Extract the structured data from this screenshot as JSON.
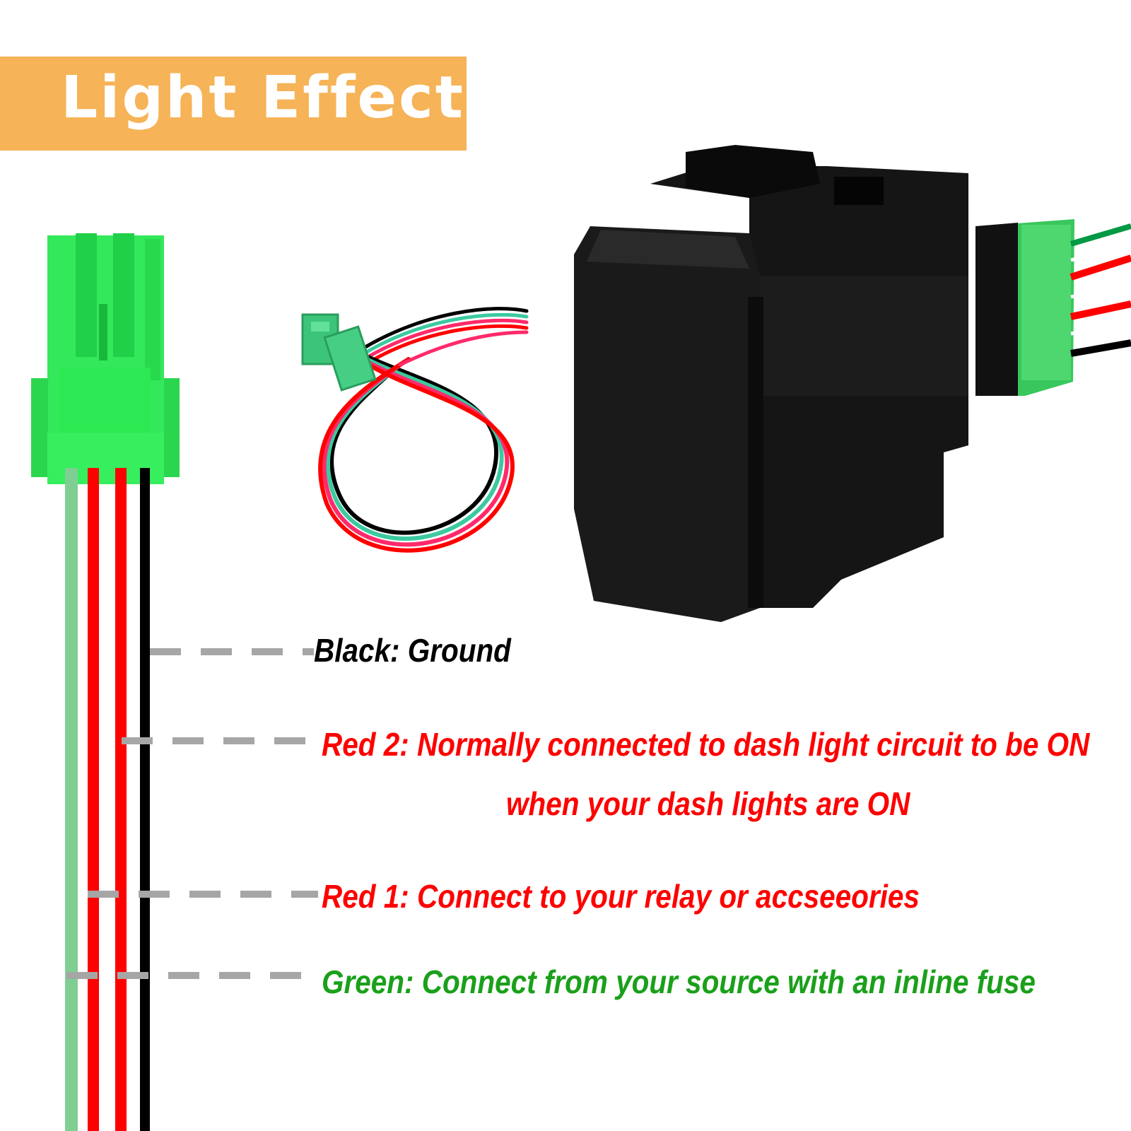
{
  "banner": {
    "title": "Light Effect",
    "color": "#f6b357"
  },
  "colors": {
    "wire_green": "#7fcf93",
    "wire_red": "#ff0000",
    "wire_black": "#000000",
    "connector_green": "#33e85a",
    "dash": "#a6a6a6"
  },
  "labels": {
    "black": {
      "text": "Black: Ground",
      "color": "#000000"
    },
    "red2_line1": {
      "text": "Red 2: Normally connected to dash light circuit to be ON",
      "color": "#ff0000"
    },
    "red2_line2": {
      "text": "when your dash lights are ON",
      "color": "#ff0000"
    },
    "red1": {
      "text": "Red 1: Connect to your relay or accseeories",
      "color": "#ff0000"
    },
    "green": {
      "text": "Green: Connect from your source with an inline fuse",
      "color": "#1aa01a"
    }
  }
}
